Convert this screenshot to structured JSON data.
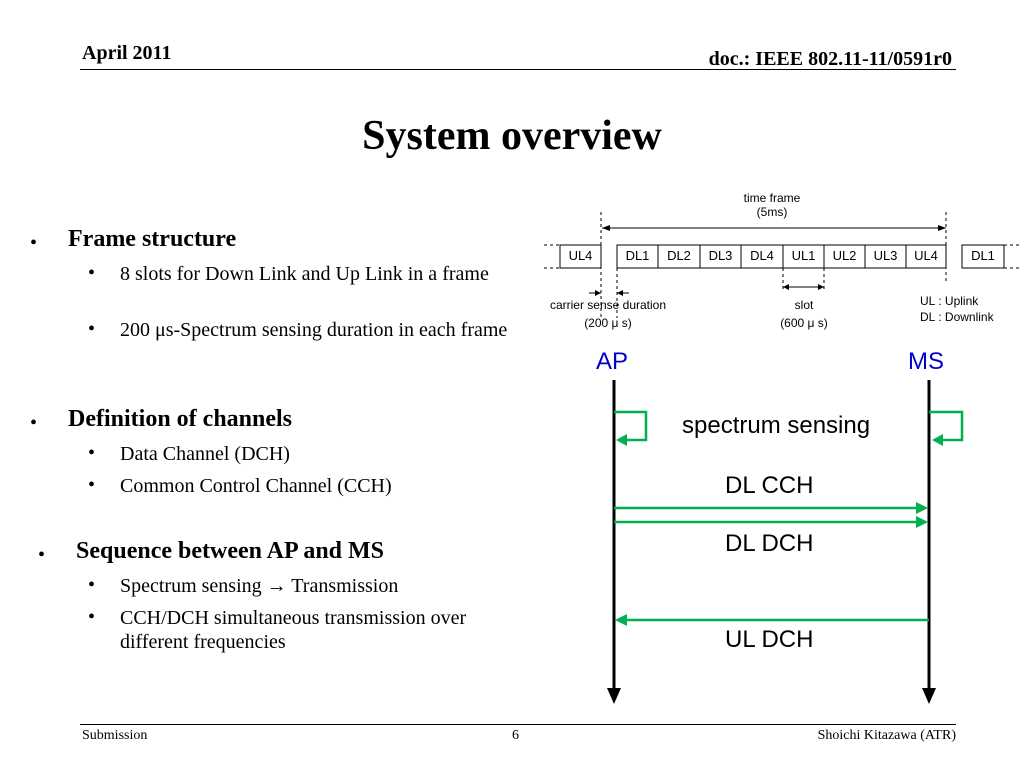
{
  "header": {
    "date": "April 2011",
    "doc": "doc.: IEEE 802.11-11/0591r0"
  },
  "title": "System overview",
  "bullets": [
    {
      "heading": "Frame structure",
      "items": [
        "8 slots for Down Link and Up Link in a frame",
        "200 μs-Spectrum sensing duration in each frame"
      ]
    },
    {
      "heading": "Definition of channels",
      "items": [
        "Data Channel (DCH)",
        "Common Control Channel (CCH)"
      ]
    },
    {
      "heading": "Sequence between AP and MS",
      "items": [
        "Spectrum sensing → Transmission",
        "CCH/DCH simultaneous transmission over different frequencies"
      ]
    }
  ],
  "frame": {
    "time_frame_label": "time frame",
    "time_frame_value": "(5ms)",
    "slots": [
      "UL4",
      "DL1",
      "DL2",
      "DL3",
      "DL4",
      "UL1",
      "UL2",
      "UL3",
      "UL4",
      "DL1"
    ],
    "carrier_label": "carrier sense duration",
    "carrier_value": "(200 μ s)",
    "slot_label": "slot",
    "slot_value": "(600 μ s)",
    "legend_ul": "UL : Uplink",
    "legend_dl": "DL : Downlink"
  },
  "sequence": {
    "ap": "AP",
    "ms": "MS",
    "spectrum": "spectrum sensing",
    "dl_cch": "DL CCH",
    "dl_dch": "DL DCH",
    "ul_dch": "UL DCH",
    "arrow_color": "#00b050",
    "label_color": "#0000cc"
  },
  "footer": {
    "left": "Submission",
    "page": "6",
    "right": "Shoichi Kitazawa (ATR)"
  }
}
